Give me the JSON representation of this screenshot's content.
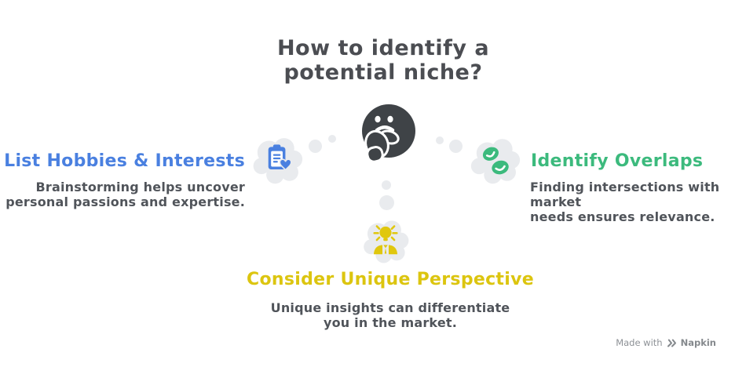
{
  "title": "How to identify a\npotential niche?",
  "center": {
    "icon": "thinking-face"
  },
  "branches": {
    "left": {
      "heading": "List Hobbies & Interests",
      "description": "Brainstorming helps uncover\npersonal passions and expertise.",
      "accent": "#4a80e0",
      "icon": "clipboard-heart"
    },
    "right": {
      "heading": "Identify Overlaps",
      "description": "Finding intersections with market\nneeds ensures relevance.",
      "accent": "#3cba7d",
      "icon": "overlapping-circles"
    },
    "bottom": {
      "heading": "Consider Unique Perspective",
      "description": "Unique insights can differentiate\nyou in the market.",
      "accent": "#dcc50f",
      "icon": "idea-person"
    }
  },
  "colors": {
    "title_text": "#4b4d52",
    "body_text": "#50545a",
    "cloud_fill": "#e9ebee",
    "emoji_fill": "#3f4347",
    "credit_text": "#8d9196"
  },
  "footer": {
    "made_with": "Made with",
    "brand": "Napkin"
  }
}
